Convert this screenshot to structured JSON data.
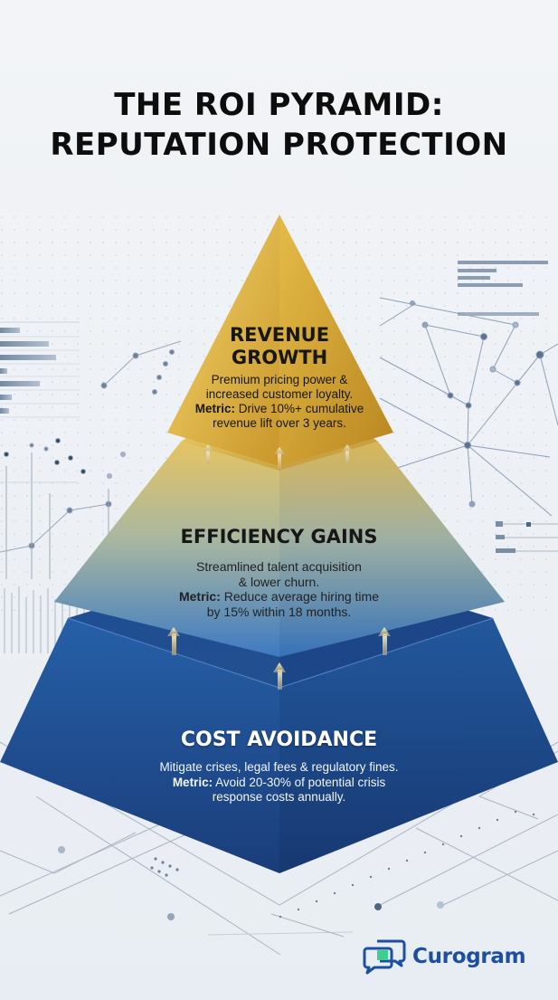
{
  "title": {
    "line1": "THE ROI PYRAMID:",
    "line2": "REPUTATION PROTECTION"
  },
  "pyramid": {
    "tiers": [
      {
        "level": "top",
        "heading_line1": "REVENUE",
        "heading_line2": "GROWTH",
        "description_line1": "Premium pricing power &",
        "description_line2": "increased customer loyalty.",
        "metric_label": "Metric:",
        "metric_line1": " Drive 10%+ cumulative",
        "metric_line2": "revenue lift over 3 years.",
        "color": "#e0b640"
      },
      {
        "level": "middle",
        "heading": "EFFICIENCY GAINS",
        "description_line1": "Streamlined talent acquisition",
        "description_line2": "& lower churn.",
        "metric_label": "Metric:",
        "metric_line1": " Reduce average hiring time",
        "metric_line2": "by 15% within 18 months.",
        "color_top": "#d9bb63",
        "color_bottom": "#3b78bd"
      },
      {
        "level": "bottom",
        "heading": "COST AVOIDANCE",
        "description_line1": "Mitigate crises, legal fees & regulatory fines.",
        "metric_label": "Metric:",
        "metric_line1": " Avoid 20-30% of potential crisis",
        "metric_line2": "response costs annually.",
        "color": "#1f4f93"
      }
    ],
    "arrow_icon": "arrow-up-icon"
  },
  "logo": {
    "text": "Curogram",
    "icon": "chat-bubbles-icon",
    "brand_color": "#1c4fa0",
    "accent_color": "#3ecf8e"
  }
}
